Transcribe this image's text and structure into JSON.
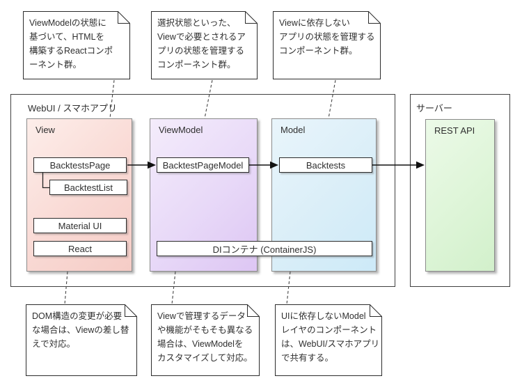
{
  "client_container": {
    "label": "WebUI / スマホアプリ"
  },
  "server_container": {
    "label": "サーバー"
  },
  "layers": {
    "view": {
      "label": "View"
    },
    "viewmodel": {
      "label": "ViewModel"
    },
    "model": {
      "label": "Model"
    },
    "restapi": {
      "label": "REST API"
    }
  },
  "components": {
    "backtests_page": "BacktestsPage",
    "backtest_list": "BacktestList",
    "material_ui": "Material UI",
    "react": "React",
    "backtest_page_model": "BacktestPageModel",
    "backtests": "Backtests",
    "di_container": "DIコンテナ (ContainerJS)"
  },
  "notes": {
    "top": [
      {
        "lines": [
          "ViewModelの状態に",
          "基づいて、HTMLを",
          "構築するReactコンポ",
          "ーネント群。"
        ]
      },
      {
        "lines": [
          "選択状態といった、",
          "Viewで必要とされるア",
          "プリの状態を管理する",
          "コンポーネント群。"
        ]
      },
      {
        "lines": [
          "Viewに依存しない",
          "アプリの状態を管理する",
          "コンポーネント群。",
          ""
        ]
      }
    ],
    "bottom": [
      {
        "lines": [
          "DOM構造の変更が必要",
          "な場合は、Viewの差し替",
          "えで対応。",
          ""
        ]
      },
      {
        "lines": [
          "Viewで管理するデータ",
          "や機能がそもそも異なる",
          "場合は、ViewModelを",
          "カスタマイズして対応。"
        ]
      },
      {
        "lines": [
          "UIに依存しないModel",
          "レイヤのコンポーネント",
          "は、WebUI/スマホアプリ",
          "で共有する。"
        ]
      }
    ]
  },
  "colors": {
    "view_fill": "#f5ccc6",
    "viewmodel_fill": "#ddc6f3",
    "model_fill": "#cdeaf8",
    "restapi_fill": "#d2f0cb",
    "border_dark": "#2b2b2b",
    "border_gray": "#8a8a8a",
    "arrow": "#111111"
  }
}
